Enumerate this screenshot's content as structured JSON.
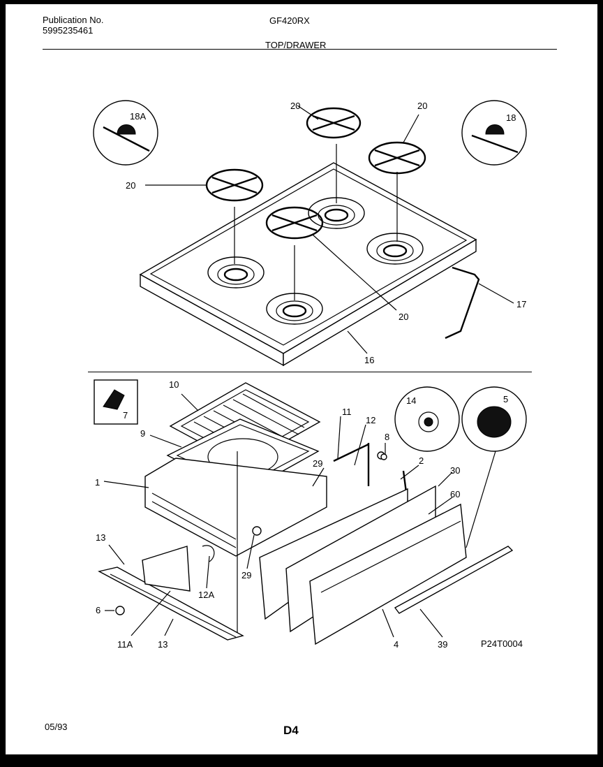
{
  "header": {
    "publication_label": "Publication No.",
    "publication_number": "5995235461",
    "model": "GF420RX",
    "section_title": "TOP/DRAWER"
  },
  "callouts": {
    "c18A": "18A",
    "c18": "18",
    "c20": "20",
    "c17": "17",
    "c16": "16",
    "c7": "7",
    "c10": "10",
    "c9": "9",
    "c1": "1",
    "c11": "11",
    "c12": "12",
    "c8": "8",
    "c14": "14",
    "c5": "5",
    "c2": "2",
    "c30": "30",
    "c60": "60",
    "c29": "29",
    "c13": "13",
    "c12A": "12A",
    "c6": "6",
    "c11A": "11A",
    "c4": "4",
    "c39": "39"
  },
  "diagram_code": "P24T0004",
  "footer": {
    "date": "05/93",
    "page": "D4"
  }
}
